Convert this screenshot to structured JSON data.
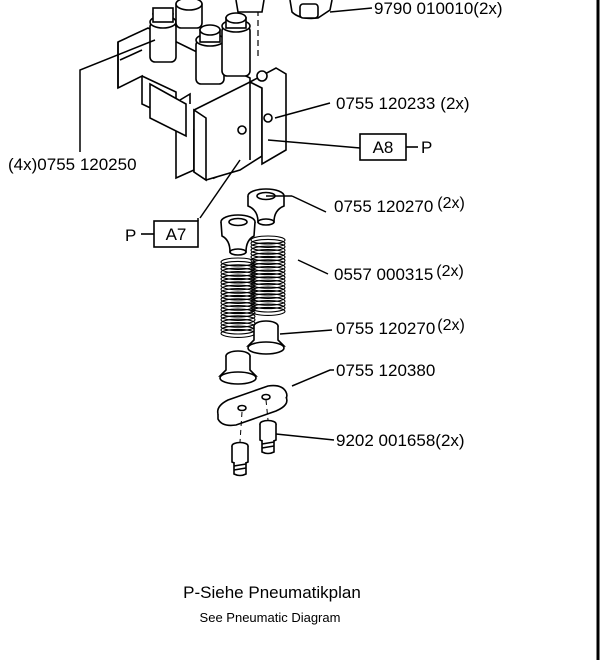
{
  "parts": [
    {
      "number": "9790 010010",
      "qty": "(2x)"
    },
    {
      "number": "0755 120233",
      "qty": "(2x)"
    },
    {
      "number": "0755 120250",
      "qty": "(4x)"
    },
    {
      "number": "0755 120270",
      "qty": "(2x)"
    },
    {
      "number": "0557 000315",
      "qty": "(2x)"
    },
    {
      "number": "0755 120270",
      "qty": "(2x)"
    },
    {
      "number": "0755 120380",
      "qty": ""
    },
    {
      "number": "9202 001658",
      "qty": "(2x)"
    }
  ],
  "connectors": {
    "a8": {
      "box": "A8",
      "suffix": "P"
    },
    "a7": {
      "box": "A7",
      "prefix": "P"
    }
  },
  "notes": {
    "main": "P-Siehe Pneumatikplan",
    "sub": "See Pneumatic Diagram"
  },
  "colors": {
    "line": "#000000",
    "background": "#ffffff"
  }
}
